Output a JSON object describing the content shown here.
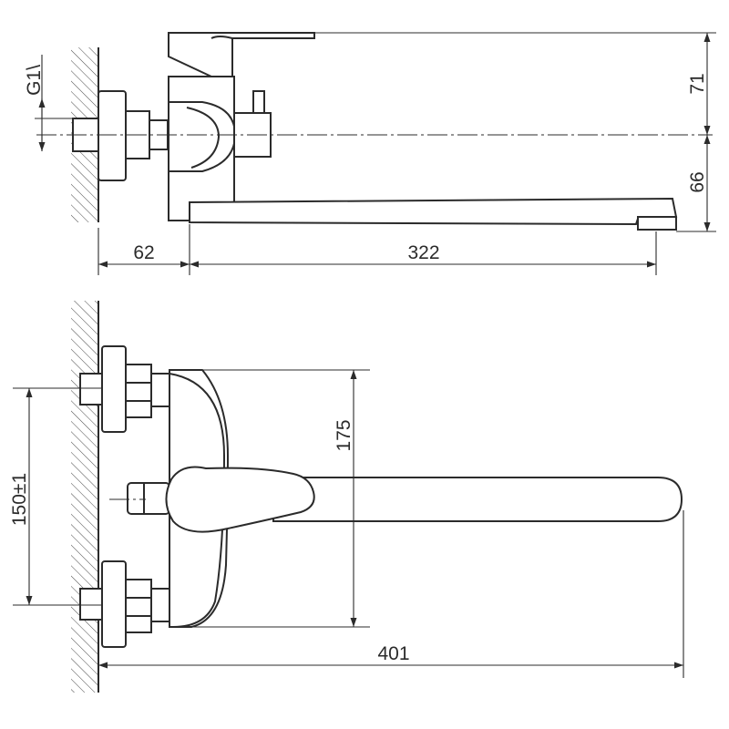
{
  "top_view": {
    "dim_thread": "G1\\",
    "dim_width_wall": "62",
    "dim_spout_length": "322",
    "dim_height_upper": "71",
    "dim_height_lower": "66"
  },
  "front_view": {
    "dim_inlet_spacing": "150±1",
    "dim_body_height": "175",
    "dim_total_length": "401"
  }
}
